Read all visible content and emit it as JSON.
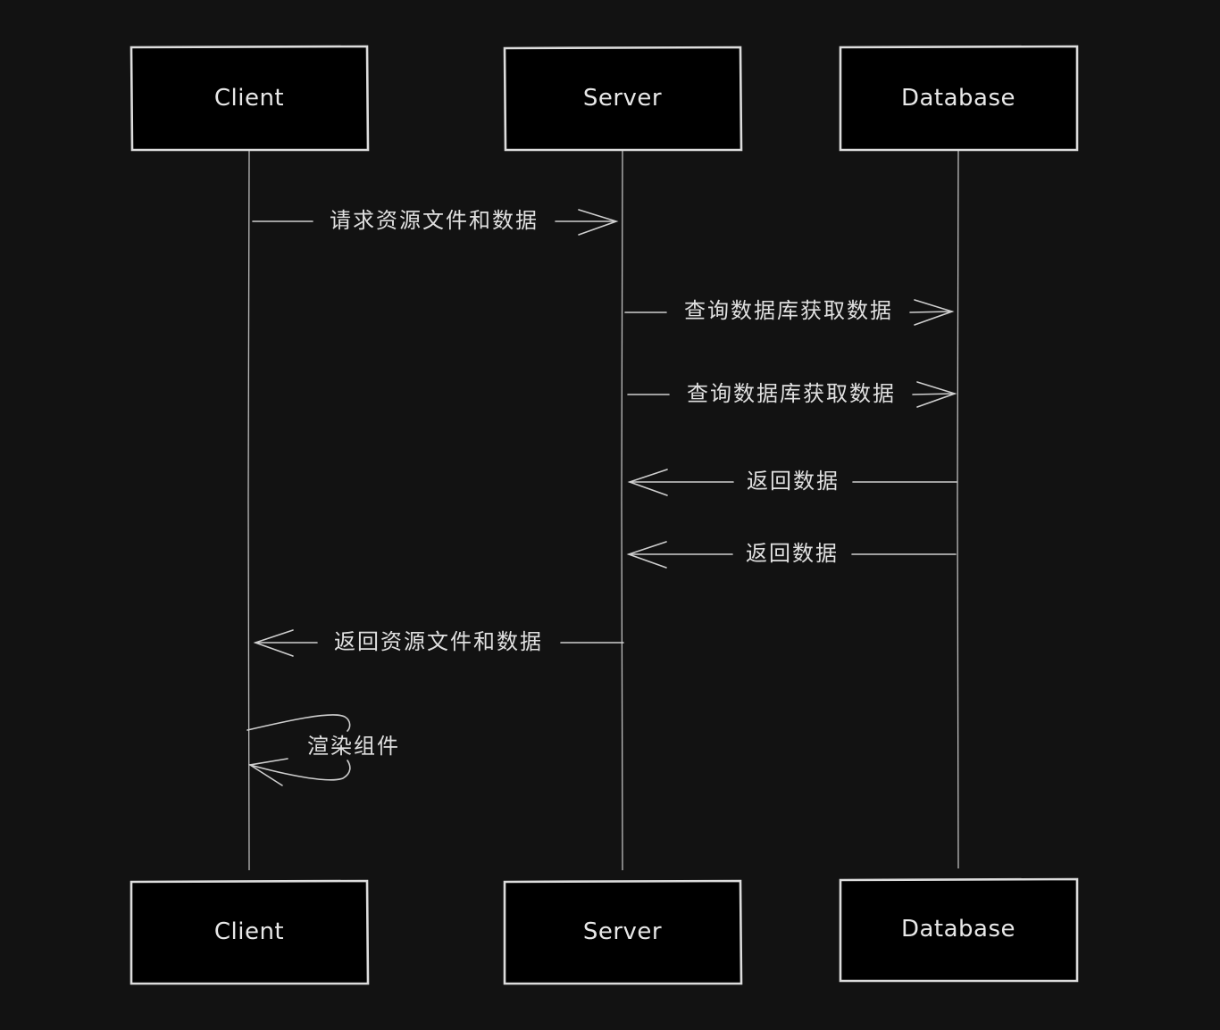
{
  "diagram": {
    "participants": [
      {
        "id": "client",
        "label": "Client"
      },
      {
        "id": "server",
        "label": "Server"
      },
      {
        "id": "database",
        "label": "Database"
      }
    ],
    "messages": [
      {
        "from": "client",
        "to": "server",
        "label": "请求资源文件和数据"
      },
      {
        "from": "server",
        "to": "database",
        "label": "查询数据库获取数据"
      },
      {
        "from": "server",
        "to": "database",
        "label": "查询数据库获取数据"
      },
      {
        "from": "database",
        "to": "server",
        "label": "返回数据"
      },
      {
        "from": "database",
        "to": "server",
        "label": "返回数据"
      },
      {
        "from": "server",
        "to": "client",
        "label": "返回资源文件和数据"
      },
      {
        "from": "client",
        "to": "client",
        "label": "渲染组件"
      }
    ]
  }
}
